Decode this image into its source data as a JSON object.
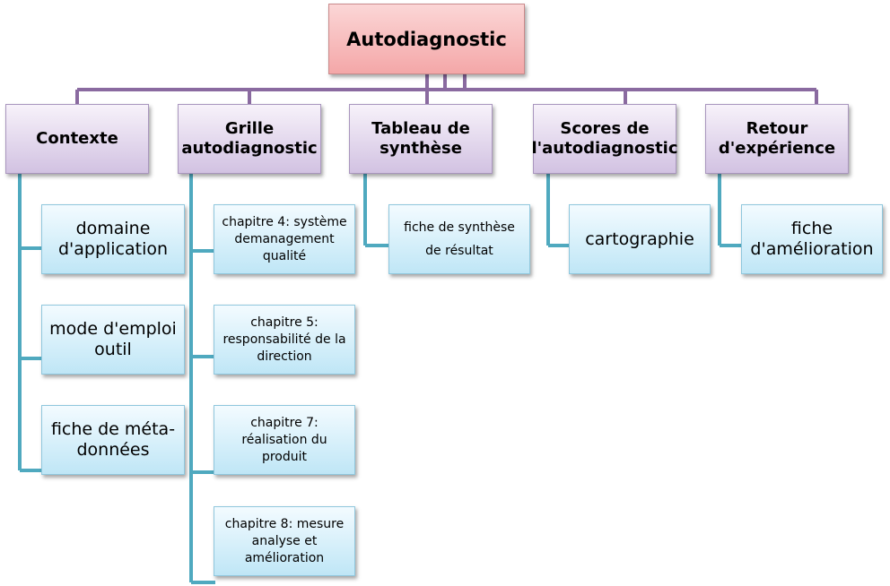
{
  "root": {
    "label": "Autodiagnostic"
  },
  "categories": [
    {
      "label": "Contexte"
    },
    {
      "label": "Grille\nautodiagnostic"
    },
    {
      "label": "Tableau de\nsynthèse"
    },
    {
      "label": "Scores de\nl'autodiagnostic"
    },
    {
      "label": "Retour\nd'expérience"
    }
  ],
  "contexte": [
    {
      "label": "domaine\nd'application"
    },
    {
      "label": "mode d'emploi\noutil"
    },
    {
      "label": "fiche de méta-\ndonnées"
    }
  ],
  "grille": [
    {
      "label": "chapitre 4: système\ndemanagement\nqualité"
    },
    {
      "label": "chapitre 5:\nresponsabilité de la\ndirection"
    },
    {
      "label": "chapitre 7:\nréalisation du\nproduit"
    },
    {
      "label": "chapitre 8: mesure\nanalyse et\namélioration"
    }
  ],
  "tableau": [
    {
      "label": "fiche de synthèse\nde résultat"
    }
  ],
  "scores": [
    {
      "label": "cartographie"
    }
  ],
  "retour": [
    {
      "label": "fiche\nd'amélioration"
    }
  ],
  "colors": {
    "root_connector": "#8a6aa0",
    "child_connector": "#4fa9bf"
  }
}
